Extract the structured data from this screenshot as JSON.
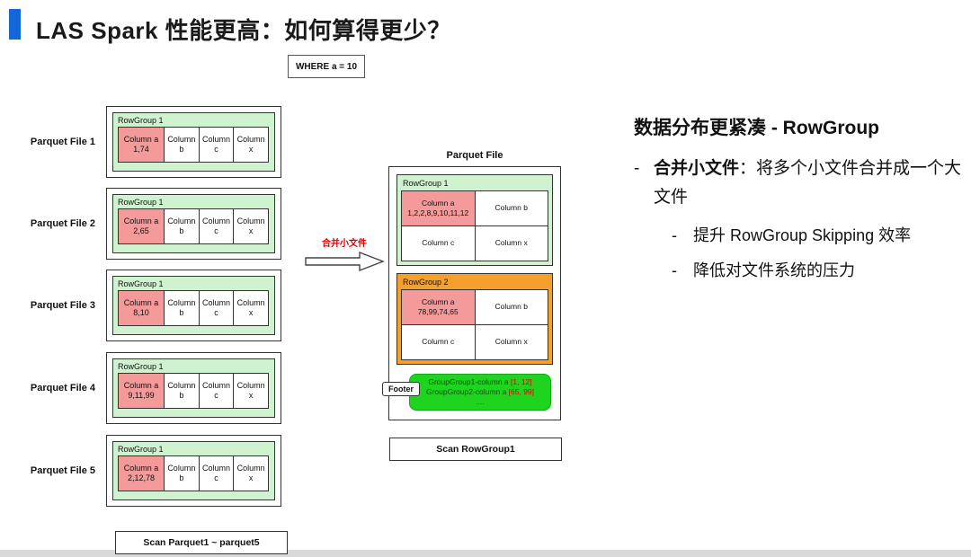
{
  "slide": {
    "title": "LAS Spark 性能更高：如何算得更少？",
    "accent_color": "#1566d8"
  },
  "where_box": {
    "label": "WHERE a = 10"
  },
  "column_labels": {
    "a": "Column a",
    "b": "Column b",
    "c": "Column c",
    "x": "Column x"
  },
  "parquet_files": [
    {
      "label": "Parquet File 1",
      "rowgroup": "RowGroup 1",
      "col_a_values": "1,74"
    },
    {
      "label": "Parquet File 2",
      "rowgroup": "RowGroup 1",
      "col_a_values": "2,65"
    },
    {
      "label": "Parquet File 3",
      "rowgroup": "RowGroup 1",
      "col_a_values": "8,10"
    },
    {
      "label": "Parquet File 4",
      "rowgroup": "RowGroup 1",
      "col_a_values": "9,11,99"
    },
    {
      "label": "Parquet File 5",
      "rowgroup": "RowGroup 1",
      "col_a_values": "2,12,78"
    }
  ],
  "scan_left_label": "Scan Parquet1 ~ parquet5",
  "merge_arrow_label": "合并小文件",
  "merged_file": {
    "title": "Parquet File",
    "rowgroup1": {
      "name": "RowGroup 1",
      "col_a_values": "1,2,2,8,9,10,11,12"
    },
    "rowgroup2": {
      "name": "RowGroup 2",
      "col_a_values": "78,99,74,65"
    },
    "footer_tag": "Footer",
    "footer_line1_name": "GroupGroup1-column a ",
    "footer_line1_range": "[1, 12]",
    "footer_line2_name": "GroupGroup2-column a ",
    "footer_line2_range": "[65, 99]",
    "footer_ellipsis": "...."
  },
  "scan_right_label": "Scan RowGroup1",
  "notes": {
    "heading": "数据分布更紧凑 - RowGroup",
    "dash": "-",
    "bullet_bold": "合并小文件",
    "bullet_rest": "：将多个小文件合并成一个大文件",
    "sub_bullets": [
      "提升 RowGroup Skipping 效率",
      "降低对文件系统的压力"
    ]
  }
}
